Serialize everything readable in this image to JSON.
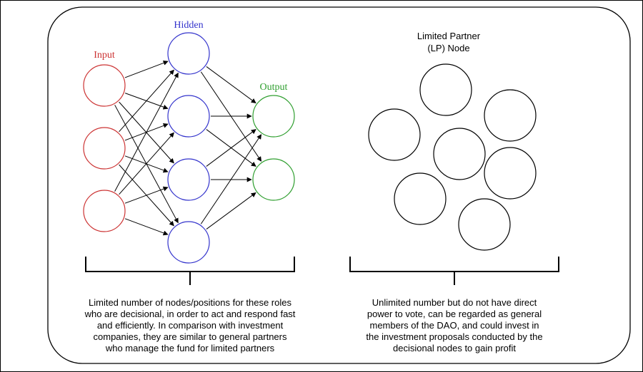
{
  "neural_network": {
    "input_label": "Input",
    "hidden_label": "Hidden",
    "output_label": "Output",
    "colors": {
      "input": "#cc3333",
      "hidden": "#3333cc",
      "output": "#2e9e2e"
    },
    "input_count": 3,
    "hidden_count": 4,
    "output_count": 2,
    "caption_lines": [
      "Limited number of nodes/positions for these roles",
      "who are decisional, in order to act and respond fast",
      "and efficiently. In comparison with investment",
      "companies, they are similar to general partners",
      "who manage the fund for limited partners"
    ]
  },
  "lp_group": {
    "title_lines": [
      "Limited Partner",
      "(LP) Node"
    ],
    "node_count": 7,
    "caption_lines": [
      "Unlimited number but do not have direct",
      "power to vote, can be regarded as general",
      "members of the DAO, and could invest in",
      "the investment proposals conducted by the",
      "decisional nodes to gain profit"
    ]
  }
}
